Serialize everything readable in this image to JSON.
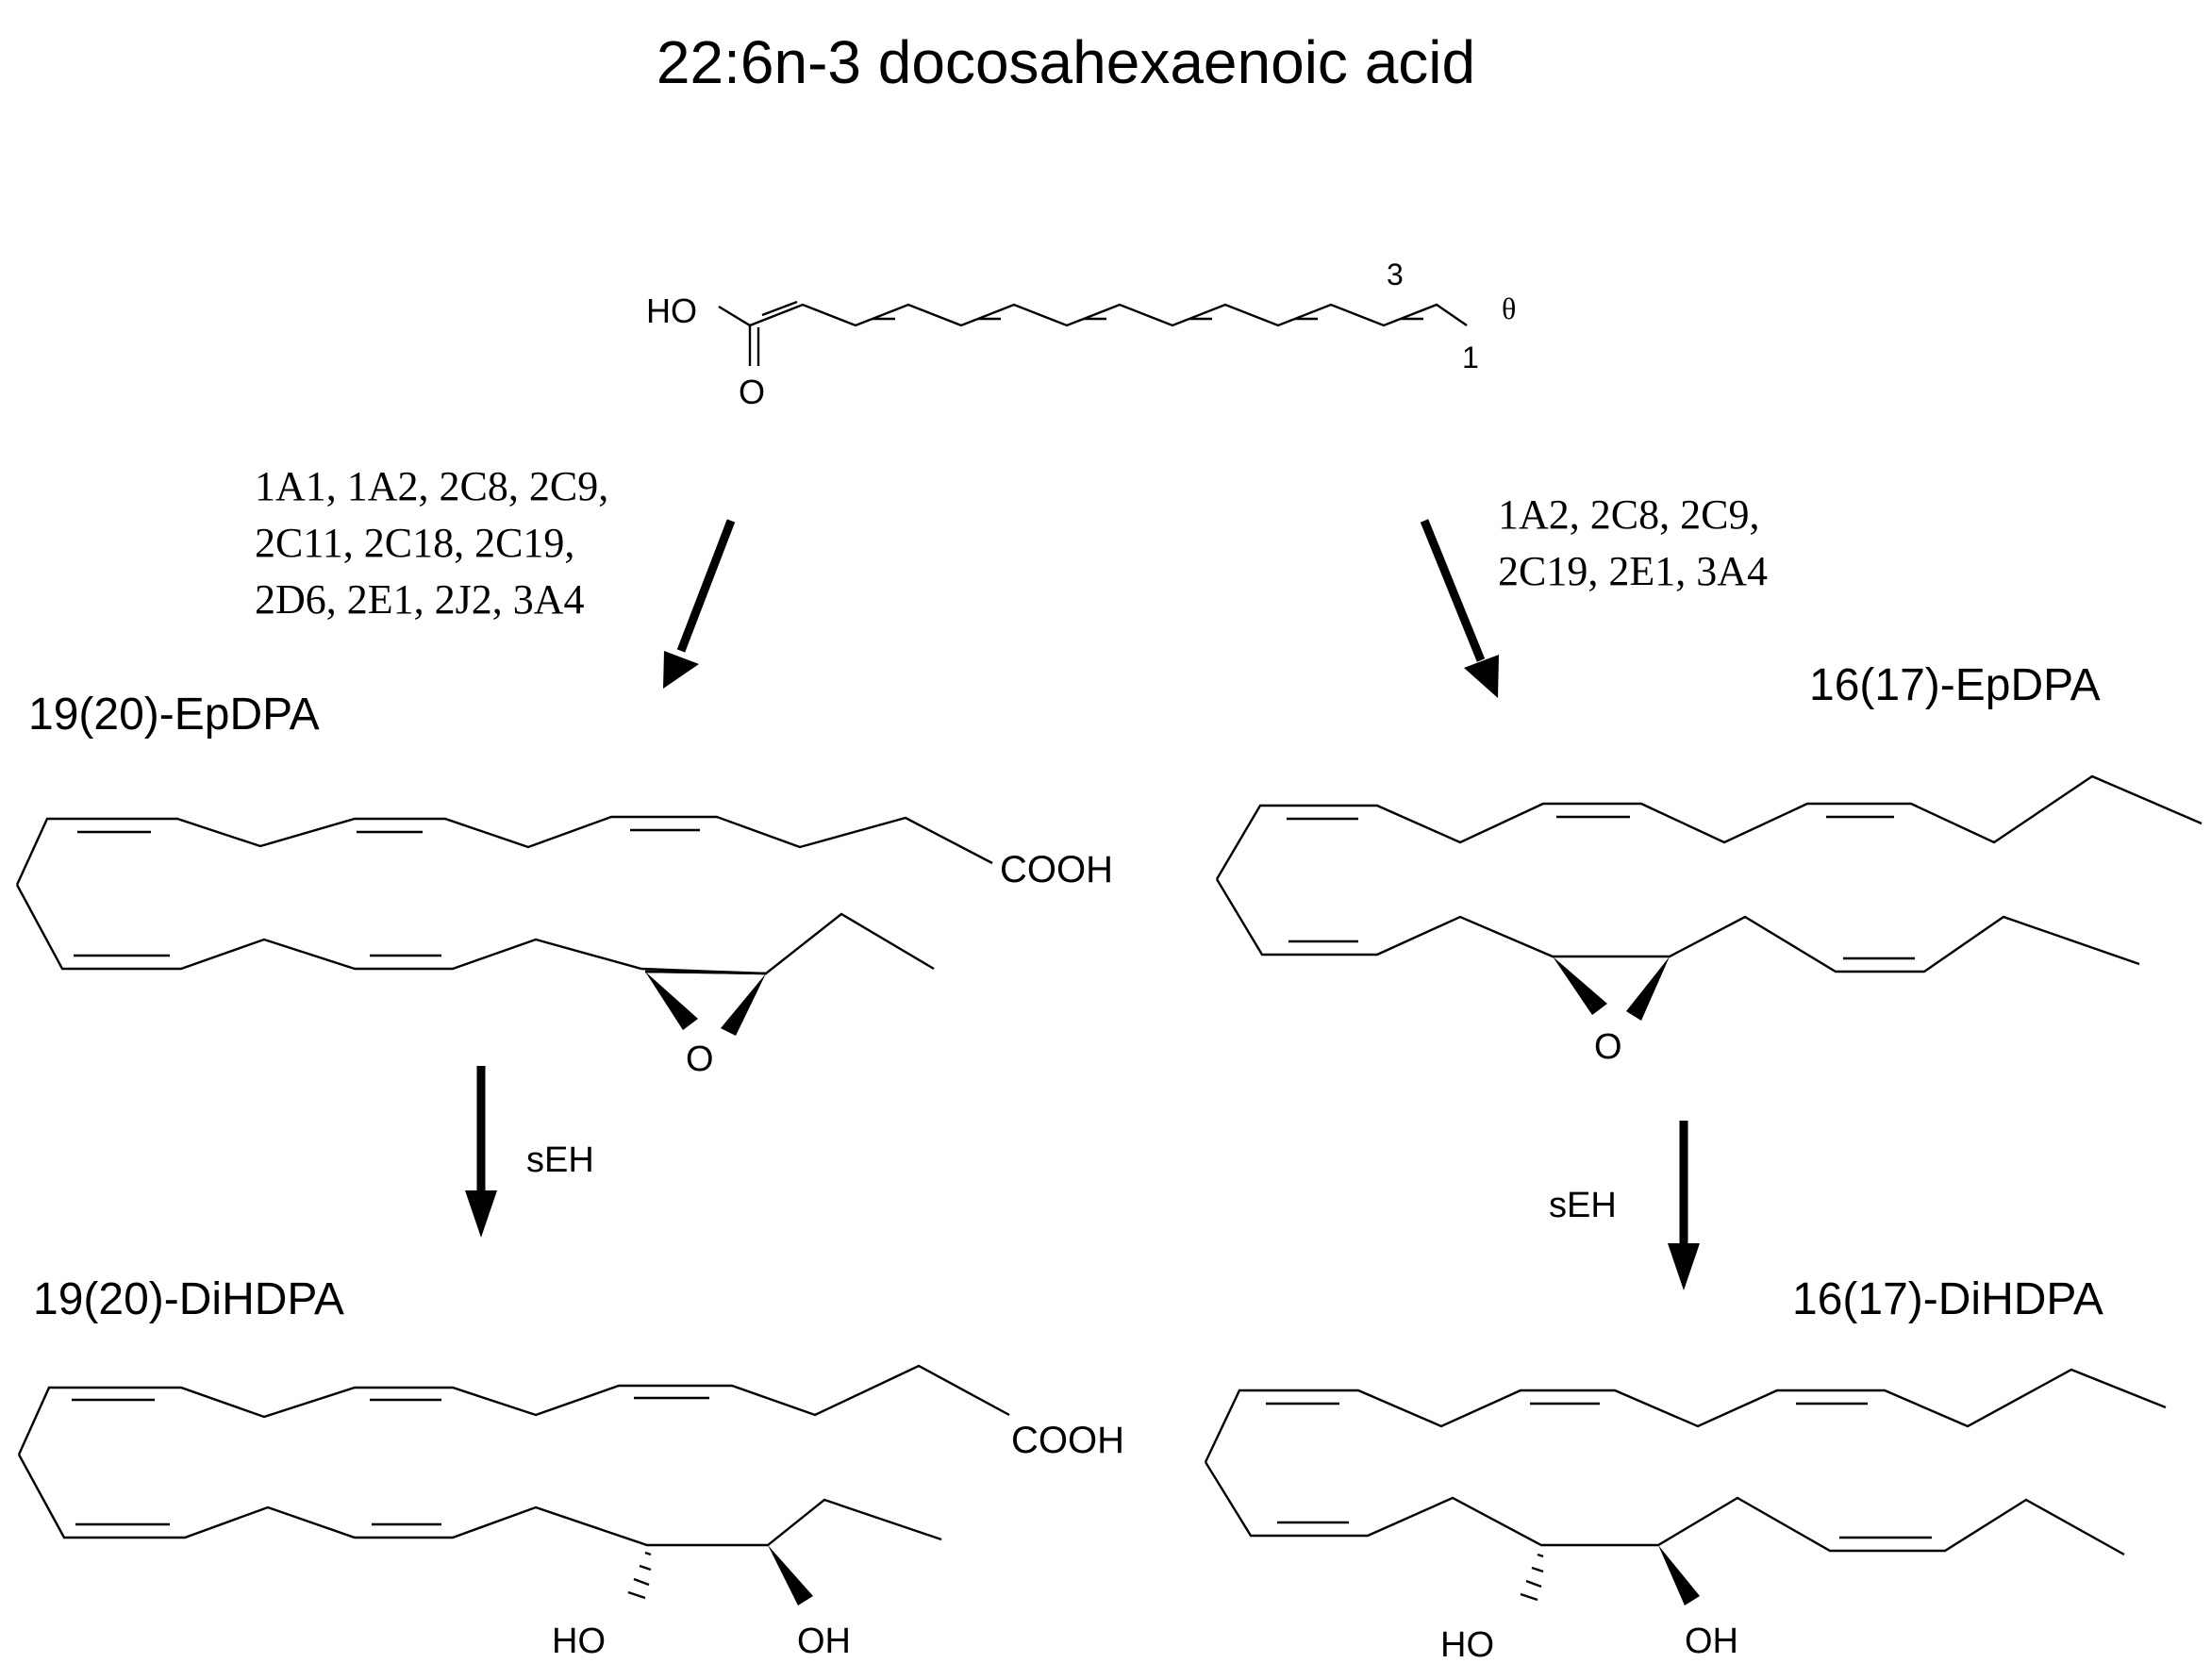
{
  "title": "22:6n-3  docosahexaenoic acid",
  "parent": {
    "labels": {
      "ho": "HO",
      "o": "O",
      "pos3": "3",
      "pos1": "1",
      "theta": "θ"
    }
  },
  "left": {
    "enzymes": [
      "1A1, 1A2, 2C8, 2C9,",
      "2C11, 2C18,  2C19,",
      "2D6, 2E1, 2J2, 3A4"
    ],
    "epoxide_name": "19(20)-EpDPA",
    "epoxide_cooh": "COOH",
    "epoxide_o": "O",
    "seh_label": "sEH",
    "diol_name": "19(20)-DiHDPA",
    "diol_cooh": "COOH",
    "diol_ho": "HO",
    "diol_oh": "OH"
  },
  "right": {
    "enzymes": [
      "1A2, 2C8, 2C9,",
      "2C19, 2E1, 3A4"
    ],
    "epoxide_name": "16(17)-EpDPA",
    "epoxide_o": "O",
    "seh_label": "sEH",
    "diol_name": "16(17)-DiHDPA",
    "diol_ho": "HO",
    "diol_oh": "OH"
  }
}
